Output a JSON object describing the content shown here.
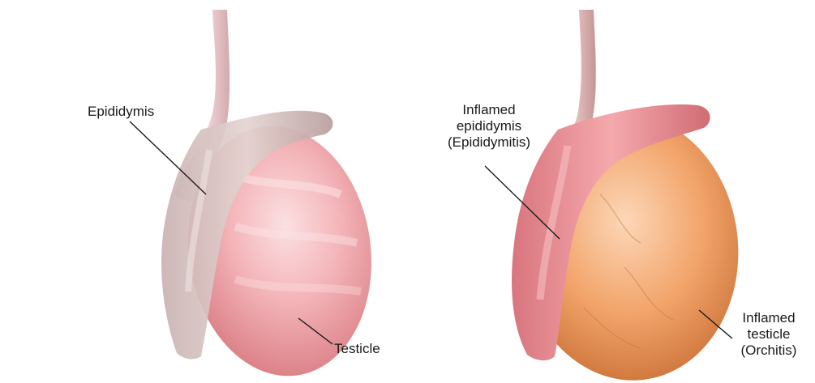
{
  "labels": {
    "normal_epididymis": "Epididymis",
    "normal_testicle": "Testicle",
    "inflamed_epididymis": [
      "Inflamed",
      "epididymis",
      "(Epididymitis)"
    ],
    "inflamed_testicle": [
      "Inflamed",
      "testicle",
      "(Orchitis)"
    ]
  },
  "colors": {
    "normal_testicle": "#f2a9ad",
    "normal_epididymis": "#d9c4c2",
    "inflamed_testicle": "#f2a36c",
    "inflamed_epididymis": "#eb8f95",
    "cord": "#e9c9cb"
  }
}
